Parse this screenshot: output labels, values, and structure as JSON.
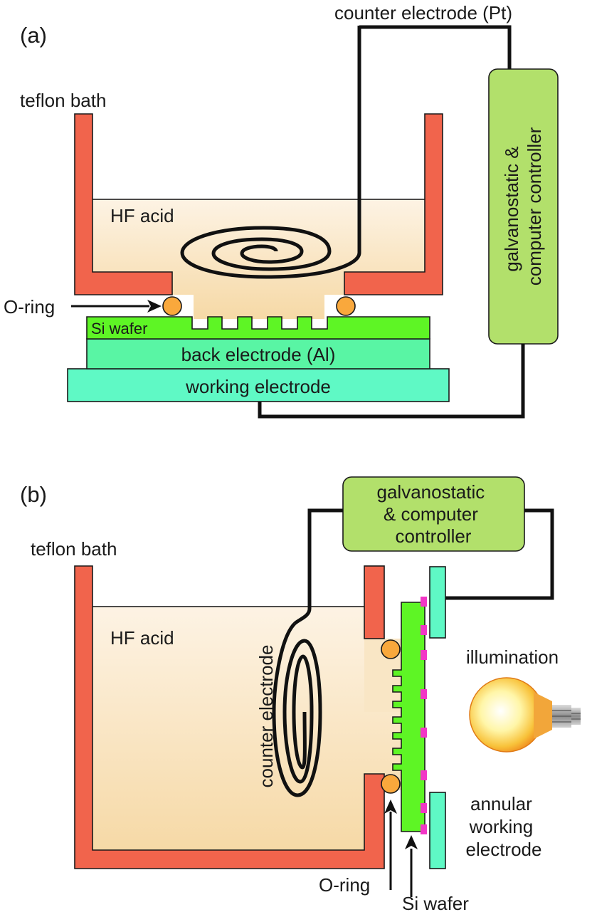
{
  "panel_a": {
    "label": "(a)",
    "teflon_bath": "teflon bath",
    "hf_acid": "HF acid",
    "counter_electrode": "counter electrode (Pt)",
    "controller": [
      "galvanostatic &",
      "computer controller"
    ],
    "o_ring": "O-ring",
    "si_wafer": "Si wafer",
    "back_electrode": "back electrode (Al)",
    "working_electrode": "working electrode"
  },
  "panel_b": {
    "label": "(b)",
    "teflon_bath": "teflon bath",
    "hf_acid": "HF acid",
    "counter_electrode": "counter electrode",
    "controller": [
      "galvanostatic",
      "& computer",
      "controller"
    ],
    "illumination": "illumination",
    "annular_working_electrode": [
      "annular",
      "working",
      "electrode"
    ],
    "o_ring": "O-ring",
    "si_wafer": "Si wafer"
  },
  "colors": {
    "teflon": "#f1644c",
    "acid_top": "#fdf3e4",
    "acid_bottom": "#f6d9a6",
    "si_wafer": "#5ef525",
    "back_electrode": "#59f5a4",
    "working_electrode": "#5ff9c5",
    "controller": "#b2e06b",
    "o_ring": "#f9a83c",
    "contact_pad": "#f236c6",
    "wire": "#111111"
  }
}
